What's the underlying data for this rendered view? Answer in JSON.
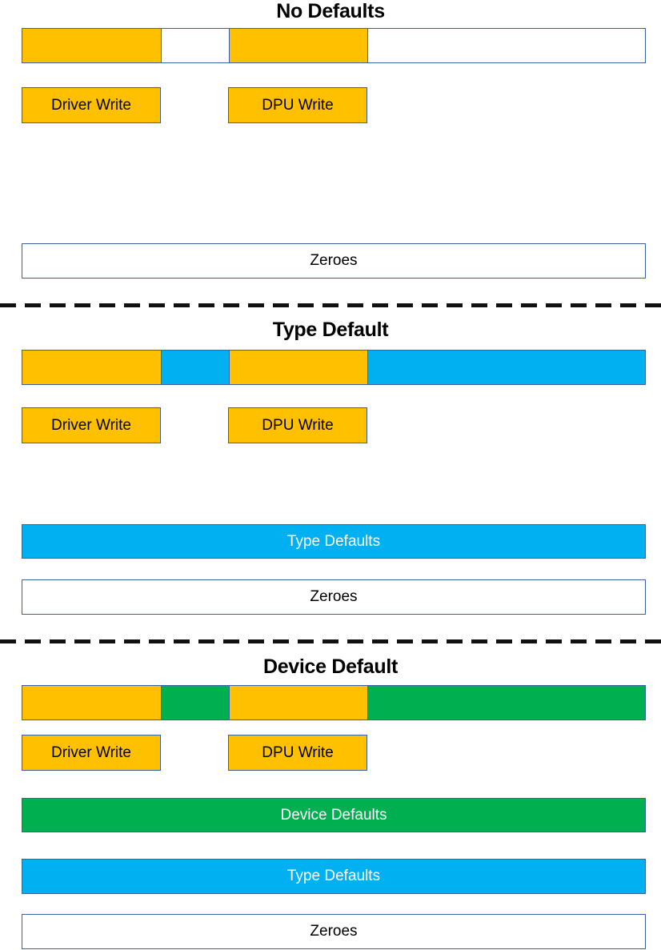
{
  "colors": {
    "write_yellow": "#FFC000",
    "type_default_blue": "#00B0F0",
    "device_default_green": "#00B050",
    "box_border_blue": "#3A5FA2",
    "divider_black": "#111111"
  },
  "sections": {
    "no_defaults": {
      "title": "No Defaults",
      "driver_write_label": "Driver Write",
      "dpu_write_label": "DPU Write",
      "zeroes_label": "Zeroes",
      "memory_bar_segments": [
        "driver-write-yellow",
        "empty-white",
        "dpu-write-yellow",
        "empty-white"
      ]
    },
    "type_default": {
      "title": "Type Default",
      "driver_write_label": "Driver Write",
      "dpu_write_label": "DPU Write",
      "type_defaults_label": "Type Defaults",
      "zeroes_label": "Zeroes",
      "memory_bar_segments": [
        "driver-write-yellow",
        "type-default-blue",
        "dpu-write-yellow",
        "type-default-blue"
      ]
    },
    "device_default": {
      "title": "Device Default",
      "driver_write_label": "Driver Write",
      "dpu_write_label": "DPU Write",
      "device_defaults_label": "Device Defaults",
      "type_defaults_label": "Type Defaults",
      "zeroes_label": "Zeroes",
      "memory_bar_segments": [
        "driver-write-yellow",
        "device-default-green",
        "dpu-write-yellow",
        "device-default-green"
      ]
    }
  }
}
